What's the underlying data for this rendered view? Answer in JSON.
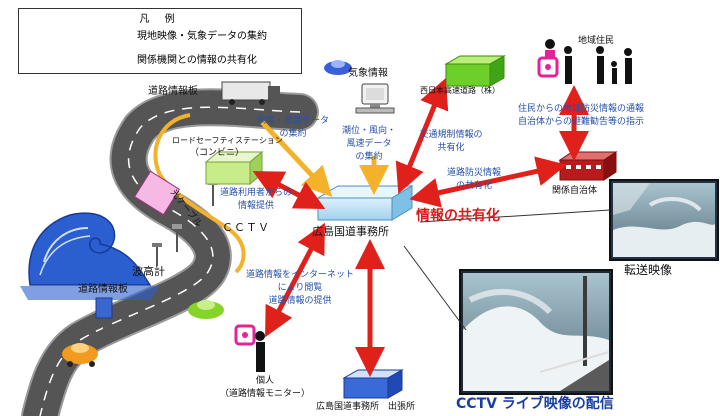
{
  "legend": {
    "title": "凡 例",
    "items": [
      {
        "label": "現地映像・気象データの集約",
        "color": "#f4b12a"
      },
      {
        "label": "関係機関との情報の共有化",
        "color": "#e0201b"
      }
    ]
  },
  "labels": {
    "road_board_top": "道路情報板",
    "weather_info": "気象情報",
    "nexco": "西日本高速道路（株）",
    "residents": "地域住民",
    "resident_info": [
      "住民からの地域防災情報の通報",
      "自治体からの避難勧告等の指示"
    ],
    "wave_data": [
      "映像・波高データ",
      "の集約"
    ],
    "tide_data": [
      "潮位・風向・",
      "風速データ",
      "の集約"
    ],
    "traffic_info": [
      "交通規制情報の",
      "共有化"
    ],
    "safety_station": [
      "ロードセーフティステーション",
      "（コンビニ）"
    ],
    "disaster_info": [
      "道路防災情報",
      "の共有化"
    ],
    "local_gov": "関係自治体",
    "optical_cable": "光ケーブル",
    "road_user_info": [
      "道路利用者からの",
      "情報提供"
    ],
    "cctv": "ＣＣＴＶ",
    "office": "広島国道事務所",
    "info_sharing": "情報の共有化",
    "transfer_video": "転送映像",
    "wave_gauge": "波高計",
    "road_board_bottom": "道路情報板",
    "internet_info": [
      "道路情報をインターネット",
      "により閲覧",
      "道路情報の提供"
    ],
    "individual": [
      "個人",
      "（道路情報モニター）"
    ],
    "branch_office": "広島国道事務所　出張所",
    "cctv_live": "CCTV ライブ映像の配信"
  },
  "colors": {
    "orange_arrow": "#f4b12a",
    "red_arrow": "#e0201b",
    "label_blue": "#2450a8",
    "title_blue": "#1a3fa0",
    "title_red": "#d81b1b"
  }
}
